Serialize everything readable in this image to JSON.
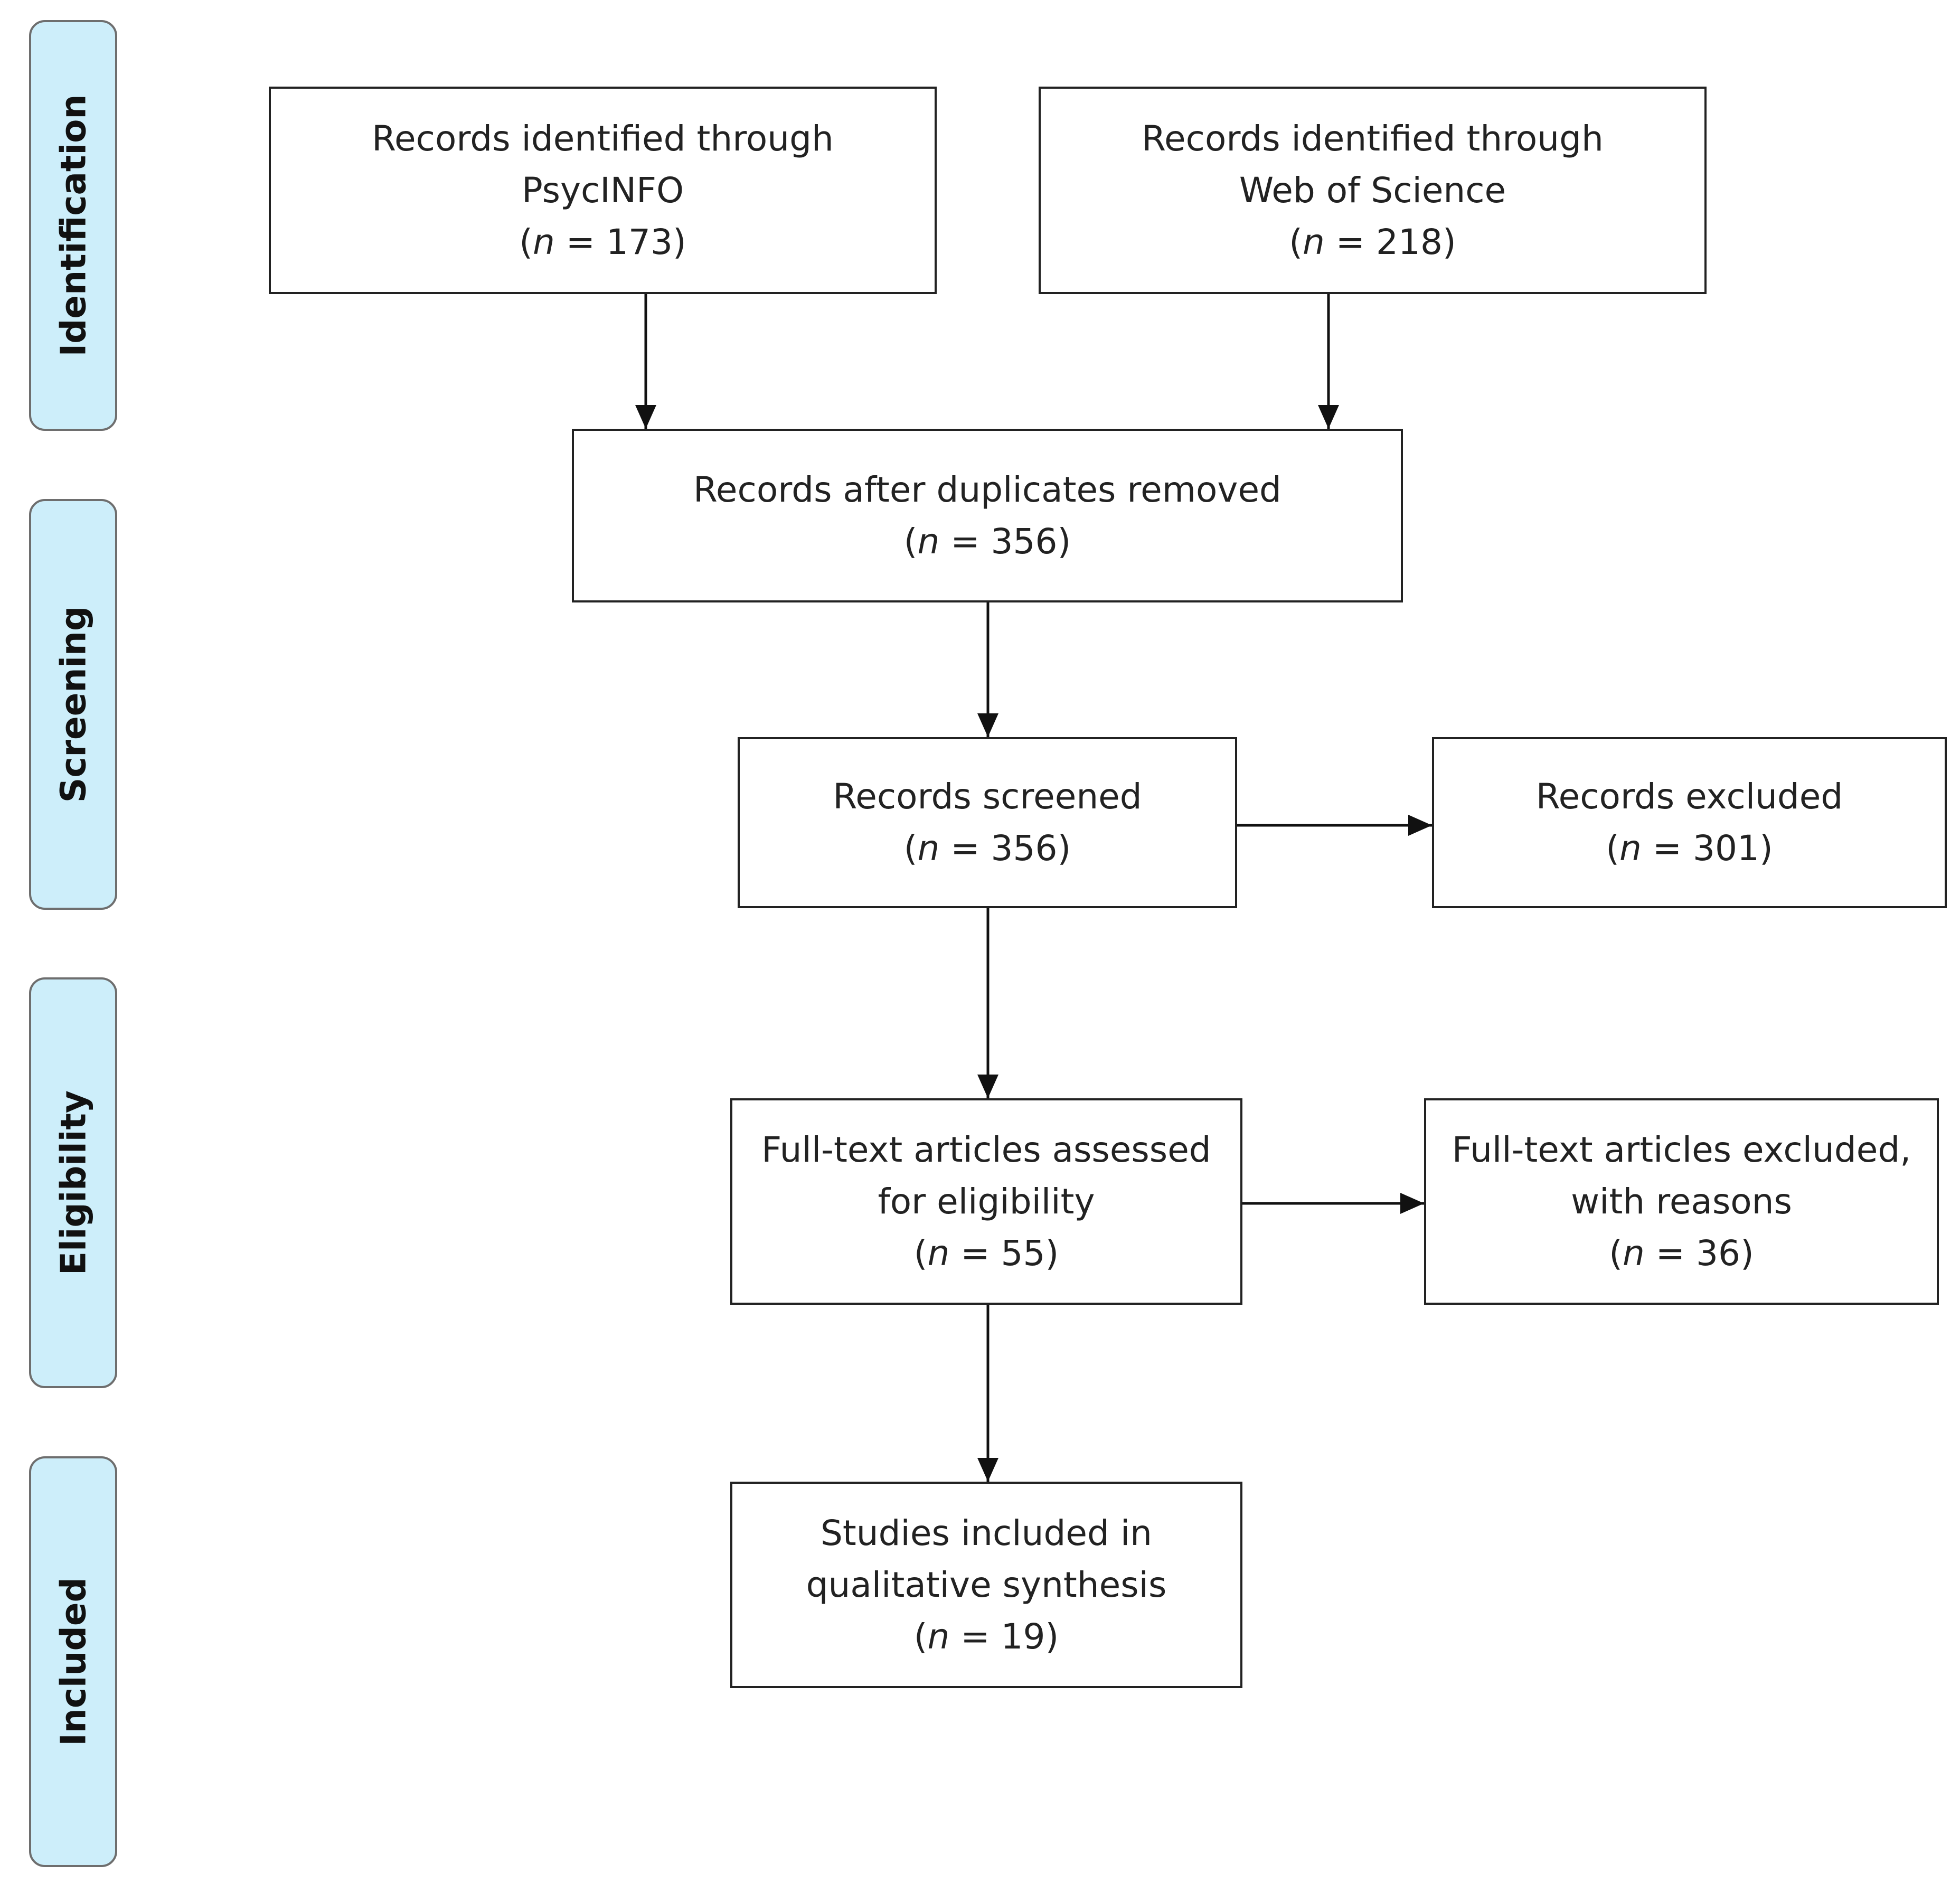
{
  "stages": [
    {
      "id": "identification",
      "label": "Identification"
    },
    {
      "id": "screening",
      "label": "Screening"
    },
    {
      "id": "eligibility",
      "label": "Eligibility"
    },
    {
      "id": "included",
      "label": "Included"
    }
  ],
  "boxes": {
    "psycinfo": {
      "lines": [
        "Records identified through",
        "PsycINFO"
      ],
      "n_prefix": "(",
      "n_var": "n",
      "n_suffix": " = 173)"
    },
    "wos": {
      "lines": [
        "Records identified through",
        "Web of Science"
      ],
      "n_prefix": "(",
      "n_var": "n",
      "n_suffix": " = 218)"
    },
    "duplicates": {
      "lines": [
        "Records after duplicates removed"
      ],
      "n_prefix": "(",
      "n_var": "n",
      "n_suffix": " = 356)"
    },
    "screened": {
      "lines": [
        "Records screened"
      ],
      "n_prefix": "(",
      "n_var": "n",
      "n_suffix": " = 356)"
    },
    "excluded": {
      "lines": [
        "Records excluded"
      ],
      "n_prefix": "(",
      "n_var": "n",
      "n_suffix": " = 301)"
    },
    "fulltext": {
      "lines": [
        "Full-text articles assessed",
        "for eligibility"
      ],
      "n_prefix": "(",
      "n_var": "n",
      "n_suffix": " = 55)"
    },
    "fulltext_excluded": {
      "lines": [
        "Full-text articles excluded,",
        "with reasons"
      ],
      "n_prefix": "(",
      "n_var": "n",
      "n_suffix": " = 36)"
    },
    "included": {
      "lines": [
        "Studies included in",
        "qualitative synthesis"
      ],
      "n_prefix": "(",
      "n_var": "n",
      "n_suffix": " = 19)"
    }
  },
  "colors": {
    "stage_fill": "#cdeefa",
    "stage_border": "#6e6e6e",
    "box_border": "#222222",
    "arrow": "#111111"
  }
}
